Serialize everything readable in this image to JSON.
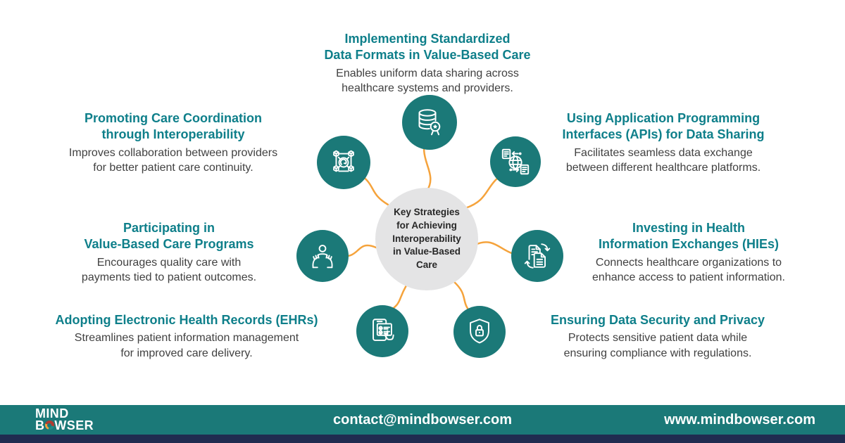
{
  "colors": {
    "node_teal": "#1b7978",
    "heading_teal": "#0e7f8a",
    "connector_orange": "#f5a33c",
    "hub_gray": "#e4e4e5",
    "body_text": "#414141",
    "footer_teal": "#1b7978",
    "bottom_strip_navy": "#202c50"
  },
  "hub": {
    "title": "Key Strategies\nfor Achieving\nInteroperability\nin Value-Based\nCare"
  },
  "strategies": [
    {
      "icon": "database-certificate-icon",
      "title": "Implementing Standardized\nData Formats in Value-Based Care",
      "description": "Enables uniform data sharing across\nhealthcare systems and providers."
    },
    {
      "icon": "api-globe-icon",
      "title": "Using Application Programming\nInterfaces (APIs) for Data Sharing",
      "description": "Facilitates seamless data exchange\nbetween different healthcare platforms."
    },
    {
      "icon": "documents-exchange-icon",
      "title": "Investing in Health\nInformation Exchanges (HIEs)",
      "description": "Connects healthcare organizations to\nenhance access to patient information."
    },
    {
      "icon": "shield-lock-icon",
      "title": "Ensuring Data Security and Privacy",
      "description": "Protects sensitive patient data while\nensuring compliance with regulations."
    },
    {
      "icon": "ehr-tablet-icon",
      "title": "Adopting Electronic Health Records (EHRs)",
      "description": "Streamlines patient information management\nfor improved care delivery."
    },
    {
      "icon": "caring-hands-icon",
      "title": "Participating in\nValue-Based Care Programs",
      "description": "Encourages quality care with\npayments tied to patient outcomes."
    },
    {
      "icon": "network-cubes-icon",
      "title": "Promoting Care Coordination\nthrough Interoperability",
      "description": "Improves collaboration between providers\nfor better patient care continuity."
    }
  ],
  "footer": {
    "logo_top": "MIND",
    "logo_bottom_left": "B",
    "logo_bottom_right": "WSER",
    "email": "contact@mindbowser.com",
    "website": "www.mindbowser.com"
  }
}
